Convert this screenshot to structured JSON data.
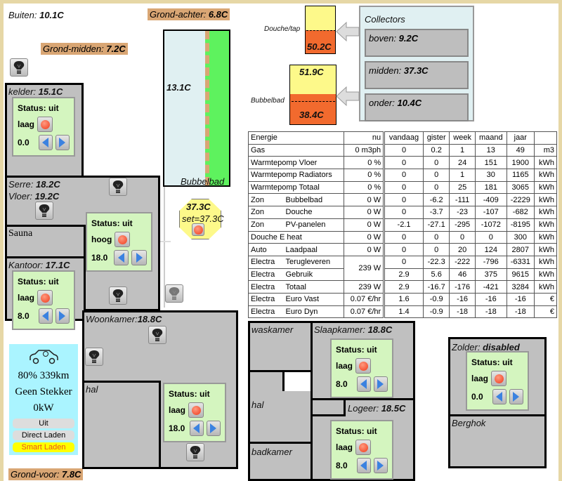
{
  "outside": {
    "buiten_label": "Buiten: ",
    "buiten": "10.1C",
    "grond_midden_label": "Grond-midden: ",
    "grond_midden": "7.2C",
    "grond_achter_label": "Grond-achter: ",
    "grond_achter": "6.8C",
    "grond_voor_label": "Grond-voor: ",
    "grond_voor": "7.8C"
  },
  "buffer_tank": {
    "temp": "13.1C"
  },
  "bubbelbad": {
    "title": "Bubbelbad",
    "temp": "37.3C",
    "set": "set=37.3C"
  },
  "boilers": {
    "douche_label": "Douche/tap",
    "douche_temp": "50.2C",
    "bubbel_label": "Bubbelbad",
    "bubbel_top": "51.9C",
    "bubbel_bottom": "38.4C"
  },
  "collectors": {
    "title": "Collectors",
    "items": [
      {
        "label": "boven: ",
        "value": "9.2C"
      },
      {
        "label": "midden: ",
        "value": "37.3C"
      },
      {
        "label": "onder: ",
        "value": "10.4C"
      }
    ]
  },
  "rooms": {
    "kelder_label": "kelder: ",
    "kelder": "15.1C",
    "serre_label": "Serre: ",
    "serre": "18.2C",
    "vloer_label": "Vloer: ",
    "vloer": "19.2C",
    "sauna": "Sauna",
    "kantoor_label": "Kantoor: ",
    "kantoor": "17.1C",
    "woonkamer_label": "Woonkamer:",
    "woonkamer": "18.8C",
    "hal": "hal",
    "waskamer": "waskamer",
    "hal2": "hal",
    "badkamer": "badkamer",
    "slaapkamer_label": "Slaapkamer: ",
    "slaapkamer": "18.8C",
    "logeer_label": "Logeer: ",
    "logeer": "18.5C",
    "zolder_label": "Zolder: ",
    "zolder": "disabled",
    "berghok": "Berghok"
  },
  "thermostats": {
    "kelder": {
      "status": "Status: uit",
      "mode": "laag",
      "setpoint": "0.0"
    },
    "serre": {
      "status": "Status: uit",
      "mode": "hoog",
      "setpoint": "18.0"
    },
    "kantoor": {
      "status": "Status: uit",
      "mode": "laag",
      "setpoint": "8.0"
    },
    "woonkamer": {
      "status": "Status: uit",
      "mode": "laag",
      "setpoint": "18.0"
    },
    "slaapkamer": {
      "status": "Status: uit",
      "mode": "laag",
      "setpoint": "8.0"
    },
    "logeer": {
      "status": "Status: uit",
      "mode": "laag",
      "setpoint": "8.0"
    },
    "zolder": {
      "status": "Status: uit",
      "mode": "laag",
      "setpoint": "0.0"
    }
  },
  "ev": {
    "charge": "80% 339km",
    "plug": "Geen Stekker",
    "power": "0kW",
    "buttons": [
      "Uit",
      "Direct Laden",
      "Smart Laden"
    ]
  },
  "energy_table": {
    "headers": [
      "Energie",
      "nu",
      "vandaag",
      "gister",
      "week",
      "maand",
      "jaar",
      ""
    ],
    "rows": [
      {
        "a": "Gas",
        "b": "",
        "nu": "0 m3ph",
        "v": [
          "0",
          "0.2",
          "1",
          "13",
          "49"
        ],
        "u": "m3"
      },
      {
        "a": "Warmtepomp Vloer",
        "b": "",
        "nu": "0 %",
        "v": [
          "0",
          "0",
          "24",
          "151",
          "1900"
        ],
        "u": "kWh"
      },
      {
        "a": "Warmtepomp Radiators",
        "b": "",
        "nu": "0 %",
        "v": [
          "0",
          "0",
          "1",
          "30",
          "1165"
        ],
        "u": "kWh"
      },
      {
        "a": "Warmtepomp Totaal",
        "b": "",
        "nu": "0 %",
        "v": [
          "0",
          "0",
          "25",
          "181",
          "3065"
        ],
        "u": "kWh"
      },
      {
        "a": "Zon",
        "b": "Bubbelbad",
        "nu": "0 W",
        "v": [
          "0",
          "-6.2",
          "-111",
          "-409",
          "-2229"
        ],
        "u": "kWh"
      },
      {
        "a": "Zon",
        "b": "Douche",
        "nu": "0 W",
        "v": [
          "0",
          "-3.7",
          "-23",
          "-107",
          "-682"
        ],
        "u": "kWh"
      },
      {
        "a": "Zon",
        "b": "PV-panelen",
        "nu": "0 W",
        "v": [
          "-2.1",
          "-27.1",
          "-295",
          "-1072",
          "-8195"
        ],
        "u": "kWh"
      },
      {
        "a": "Douche E heat",
        "b": "",
        "nu": "0 W",
        "v": [
          "0",
          "0",
          "0",
          "0",
          "300"
        ],
        "u": "kWh"
      },
      {
        "a": "Auto",
        "b": "Laadpaal",
        "nu": "0 W",
        "v": [
          "0",
          "0",
          "20",
          "124",
          "2807"
        ],
        "u": "kWh"
      },
      {
        "a": "Electra",
        "b": "Terugleveren",
        "nu": "239 W",
        "span": 2,
        "v": [
          "0",
          "-22.3",
          "-222",
          "-796",
          "-6331"
        ],
        "u": "kWh"
      },
      {
        "a": "Electra",
        "b": "Gebruik",
        "nu": null,
        "v": [
          "2.9",
          "5.6",
          "46",
          "375",
          "9615"
        ],
        "u": "kWh"
      },
      {
        "a": "Electra",
        "b": "Totaal",
        "nu": "239 W",
        "v": [
          "2.9",
          "-16.7",
          "-176",
          "-421",
          "3284"
        ],
        "u": "kWh"
      },
      {
        "a": "Electra",
        "b": "Euro Vast",
        "nu": "0.07 €/hr",
        "v": [
          "1.6",
          "-0.9",
          "-16",
          "-16",
          "-16"
        ],
        "u": "€"
      },
      {
        "a": "Electra",
        "b": "Euro Dyn",
        "nu": "0.07 €/hr",
        "v": [
          "1.4",
          "-0.9",
          "-18",
          "-18",
          "-18"
        ],
        "u": "€"
      }
    ]
  },
  "colors": {
    "tan": "#d9a674",
    "room": "#c0c0c0",
    "thermo": "#d4f5bf",
    "ev": "#aaf4ff",
    "yellow": "#fdf98a",
    "orange": "#f26a2e",
    "green": "#5ef25e"
  }
}
